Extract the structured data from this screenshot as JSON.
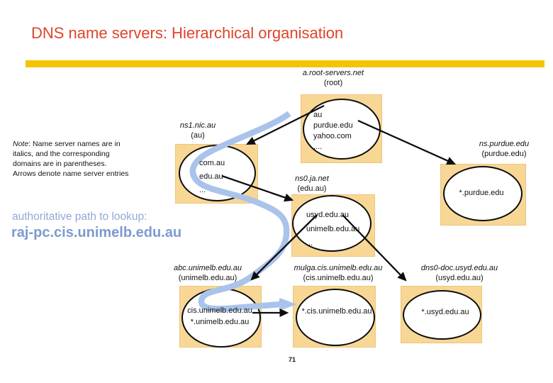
{
  "title": "DNS name servers: Hierarchical organisation",
  "note": {
    "prefix": "Note",
    "line1_rest": ": Name server names are in",
    "line2": "italics, and the corresponding",
    "line3": "domains are in parentheses.",
    "line4": "Arrows denote name server entries"
  },
  "lookup": {
    "caption": "authoritative path to lookup:",
    "target": "raj-pc.cis.unimelb.edu.au"
  },
  "page_number": "71",
  "colors": {
    "title_red": "#e0432b",
    "bar_yellow": "#f3c402",
    "node_fill": "#f8d795",
    "path_blue": "#aac3ea",
    "lookup_caption_blue": "#92a8d8",
    "lookup_target_blue": "#7d9ad0"
  },
  "nodes": {
    "root": {
      "server": "a.root-servers.net",
      "domain": "(root)",
      "entries": [
        "au",
        "purdue.edu",
        "yahoo.com",
        "...."
      ]
    },
    "au": {
      "server": "ns1.nic.au",
      "domain": "(au)",
      "entries": [
        "com.au",
        "edu.au",
        "..."
      ]
    },
    "purdue": {
      "server": "ns.purdue.edu",
      "domain": "(purdue.edu)",
      "entries": [
        "*.purdue.edu"
      ]
    },
    "edu_au": {
      "server": "ns0.ja.net",
      "domain": "(edu.au)",
      "entries": [
        "usyd.edu.au",
        "unimelb.edu.au",
        "..."
      ]
    },
    "unimelb": {
      "server": "abc.unimelb.edu.au",
      "domain": "(unimelb.edu.au)",
      "entries": [
        "cis.unimelb.edu.au",
        "*.unimelb.edu.au"
      ]
    },
    "cis": {
      "server": "mulga.cis.unimelb.edu.au",
      "domain": "(cis.unimelb.edu.au)",
      "entries": [
        "*.cis.unimelb.edu.au"
      ]
    },
    "usyd": {
      "server": "dns0-doc.usyd.edu.au",
      "domain": "(usyd.edu.au)",
      "entries": [
        "*.usyd.edu.au"
      ]
    }
  },
  "edges": [
    {
      "from": "root",
      "to": "au"
    },
    {
      "from": "root",
      "to": "purdue"
    },
    {
      "from": "au",
      "to": "edu_au"
    },
    {
      "from": "edu_au",
      "to": "unimelb"
    },
    {
      "from": "edu_au",
      "to": "usyd"
    },
    {
      "from": "unimelb",
      "to": "cis"
    }
  ],
  "lookup_path_nodes": [
    "root",
    "au",
    "edu_au",
    "unimelb",
    "cis"
  ]
}
